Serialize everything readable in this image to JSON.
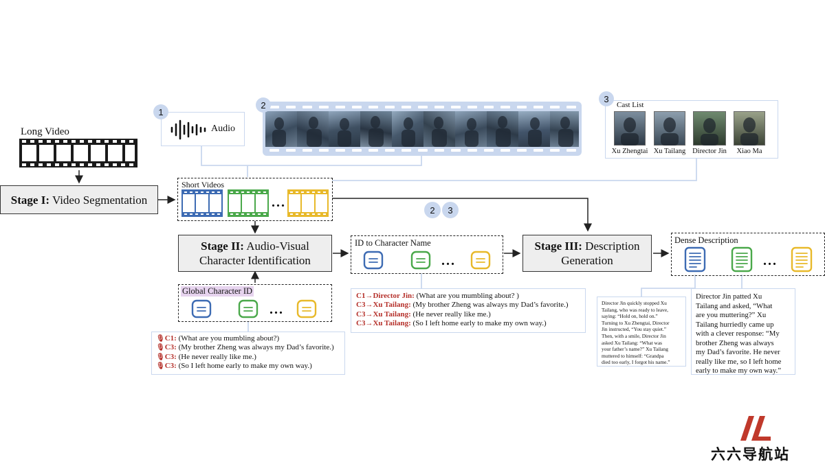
{
  "long_video_label": "Long Video",
  "stage1": {
    "bold": "Stage I:",
    "text": " Video Segmentation"
  },
  "audio_label": "Audio",
  "badges": {
    "one": "1",
    "two": "2",
    "three": "3"
  },
  "short_videos_label": "Short Videos",
  "ellipsis": "...",
  "cast_list": {
    "title": "Cast List",
    "names": [
      "Xu Zhengtai",
      "Xu Tailang",
      "Director Jin",
      "Xiao Ma"
    ]
  },
  "stage2": {
    "bold": "Stage II:",
    "line1": " Audio-Visual",
    "line2": "Character Identification"
  },
  "stage3": {
    "bold": "Stage III:",
    "line1": " Description",
    "line2": "Generation"
  },
  "id_to_name_label": "ID to Character Name",
  "dense_description_label": "Dense Description",
  "global_id_label": "Global Character ID",
  "audio_dialogue": [
    {
      "speaker": "C1:",
      "text": " (What are you mumbling about?)"
    },
    {
      "speaker": "C3:",
      "text": " (My brother Zheng was always my Dad’s favorite.)"
    },
    {
      "speaker": "C3:",
      "text": " (He never really like me.)"
    },
    {
      "speaker": "C3:",
      "text": " (So I left home early to make my own way.)"
    }
  ],
  "named_dialogue": [
    {
      "speaker": "C1→Director Jin:",
      "text": " (What are you mumbling about? )"
    },
    {
      "speaker": "C3→Xu Tailang:",
      "text": " (My brother Zheng was always my Dad’s favorite.)"
    },
    {
      "speaker": "C3→Xu Tailang:",
      "text": " (He never really like me.)"
    },
    {
      "speaker": "C3→Xu Tailang:",
      "text": " (So I left home early to make my own way.)"
    }
  ],
  "desc_small": [
    "Director Jin quickly stopped Xu",
    "Tailang, who was ready to leave,",
    "saying: “Hold on, hold on.”",
    "Turning to Xu Zhengtai, Director",
    "Jin instructed, “You stay quiet.”",
    "Then, with a smile, Director Jin",
    "asked Xu Tailang: “What was",
    "your father’s name?” Xu Tailang",
    "muttered to himself: “Grandpa",
    "died too early, I forgot his name.”"
  ],
  "desc_large": [
    "Director Jin patted Xu",
    "Tailang and asked, “What",
    "are you muttering?” Xu",
    "Tailang hurriedly came up",
    "with a clever response: “My",
    "brother Zheng was always",
    "my Dad’s favorite. He never",
    "really like me, so I left home",
    "early to make my own way.”"
  ],
  "watermark": "六六导航站",
  "colors": {
    "blue": "#3d6bb3",
    "green": "#4aa84a",
    "yellow": "#e8b92a",
    "red": "#b5302a",
    "panel": "#c9d7ee"
  }
}
